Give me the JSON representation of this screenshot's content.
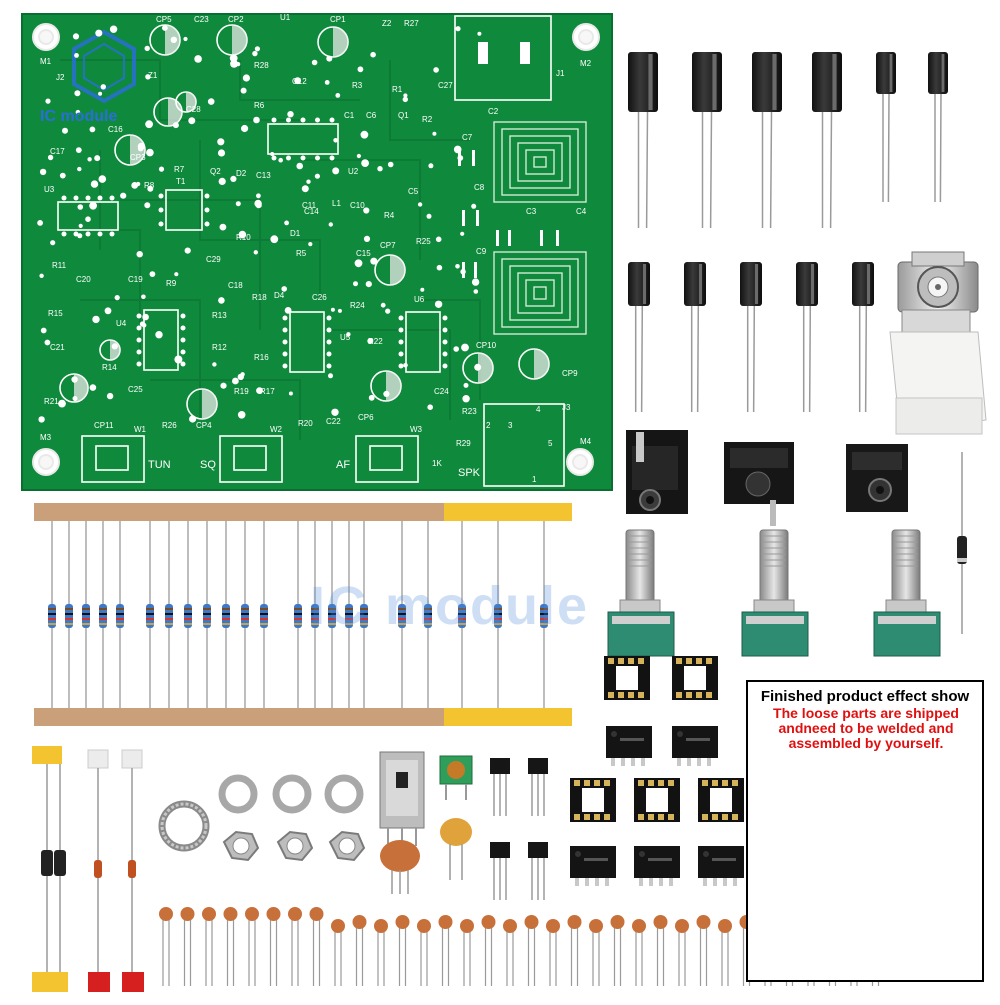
{
  "board": {
    "refs": [
      "M1",
      "J2",
      "CP5",
      "C23",
      "CP2",
      "U1",
      "CP1",
      "Z2",
      "R27",
      "J1",
      "M2",
      "Z1",
      "R28",
      "C12",
      "R3",
      "R1",
      "C27",
      "C28",
      "R6",
      "C2",
      "C16",
      "C1",
      "C6",
      "Q1",
      "R2",
      "C7",
      "C17",
      "CP3",
      "R7",
      "Q2",
      "D2",
      "C13",
      "U2",
      "U3",
      "R8",
      "T1",
      "C11",
      "C10",
      "R4",
      "C5",
      "C8",
      "C3",
      "C4",
      "R10",
      "D1",
      "C14",
      "L1",
      "C9",
      "R5",
      "C15",
      "CP7",
      "R25",
      "R11",
      "C20",
      "C19",
      "R9",
      "C29",
      "C18",
      "R18",
      "D4",
      "C26",
      "R24",
      "R15",
      "U4",
      "R13",
      "U5",
      "R22",
      "U6",
      "C21",
      "R12",
      "R16",
      "CP10",
      "CP9",
      "R14",
      "C25",
      "R19",
      "R17",
      "CP6",
      "C24",
      "R23",
      "J3",
      "R21",
      "CP11",
      "R26",
      "CP4",
      "R20",
      "C22",
      "R29",
      "M3",
      "W1",
      "W2",
      "W3",
      "M4"
    ],
    "controls": [
      "TUN",
      "SQ",
      "AF",
      "SPK"
    ],
    "small_marks": [
      "1K",
      "1",
      "2",
      "3",
      "4",
      "5"
    ]
  },
  "logo": {
    "text": "IC module"
  },
  "watermark": {
    "text": "IC module"
  },
  "inset": {
    "title": "Finished product effect show",
    "note": "The loose parts are shipped andneed to be welded and assembled by yourself."
  },
  "colors": {
    "pcb_green": "#0f8a3c",
    "silkscreen": "#ffffff",
    "inset_note_red": "#e01010",
    "tape_tan": "#c9a07a",
    "tape_yellow": "#f4c430",
    "tape_red": "#d62020",
    "ceramic_cap": "#c8703a",
    "capacitor_black": "#1a1a1a"
  }
}
